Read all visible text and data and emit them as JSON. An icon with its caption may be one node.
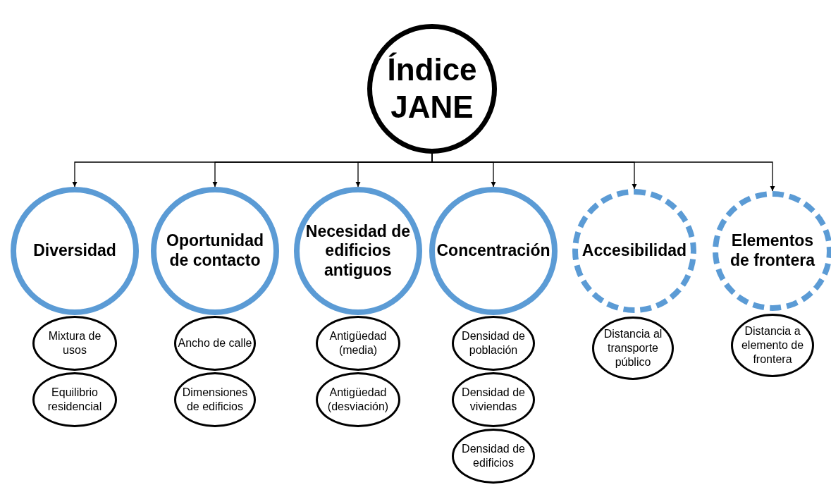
{
  "diagram": {
    "nodes": [
      {
        "text": [
          "Índice JANE"
        ]
      },
      {
        "text": [
          "Diversidad"
        ]
      },
      {
        "text": [
          "Oportunidad de contacto"
        ]
      },
      {
        "text": [
          "Necesidad de edificios antiguos"
        ]
      },
      {
        "text": [
          "Concentración"
        ]
      },
      {
        "text": [
          "Accesibilidad"
        ]
      },
      {
        "text": [
          "Elementos de frontera"
        ]
      },
      {
        "text": [
          "Mixtura de usos"
        ]
      },
      {
        "text": [
          "Equilibrio residencial"
        ]
      },
      {
        "text": [
          "Ancho de calle"
        ]
      },
      {
        "text": [
          "Dimensiones de edificios"
        ]
      },
      {
        "text": [
          "Antigüedad (media)"
        ]
      },
      {
        "text": [
          "Antigüedad (desviación)"
        ]
      },
      {
        "text": [
          "Densidad de población"
        ]
      },
      {
        "text": [
          "Densidad de viviendas"
        ]
      },
      {
        "text": [
          "Densidad de edificios"
        ]
      },
      {
        "text": [
          "Distancia al transporte público"
        ]
      },
      {
        "text": [
          "Distancia a elemento de frontera"
        ]
      }
    ],
    "edges": [
      {
        "from": 0,
        "to": 1,
        "arrow": "to"
      },
      {
        "from": 0,
        "to": 2,
        "arrow": "to"
      },
      {
        "from": 0,
        "to": 3,
        "arrow": "to"
      },
      {
        "from": 0,
        "to": 4,
        "arrow": "to"
      },
      {
        "from": 0,
        "to": 5,
        "arrow": "to"
      },
      {
        "from": 0,
        "to": 6,
        "arrow": "to"
      }
    ]
  }
}
